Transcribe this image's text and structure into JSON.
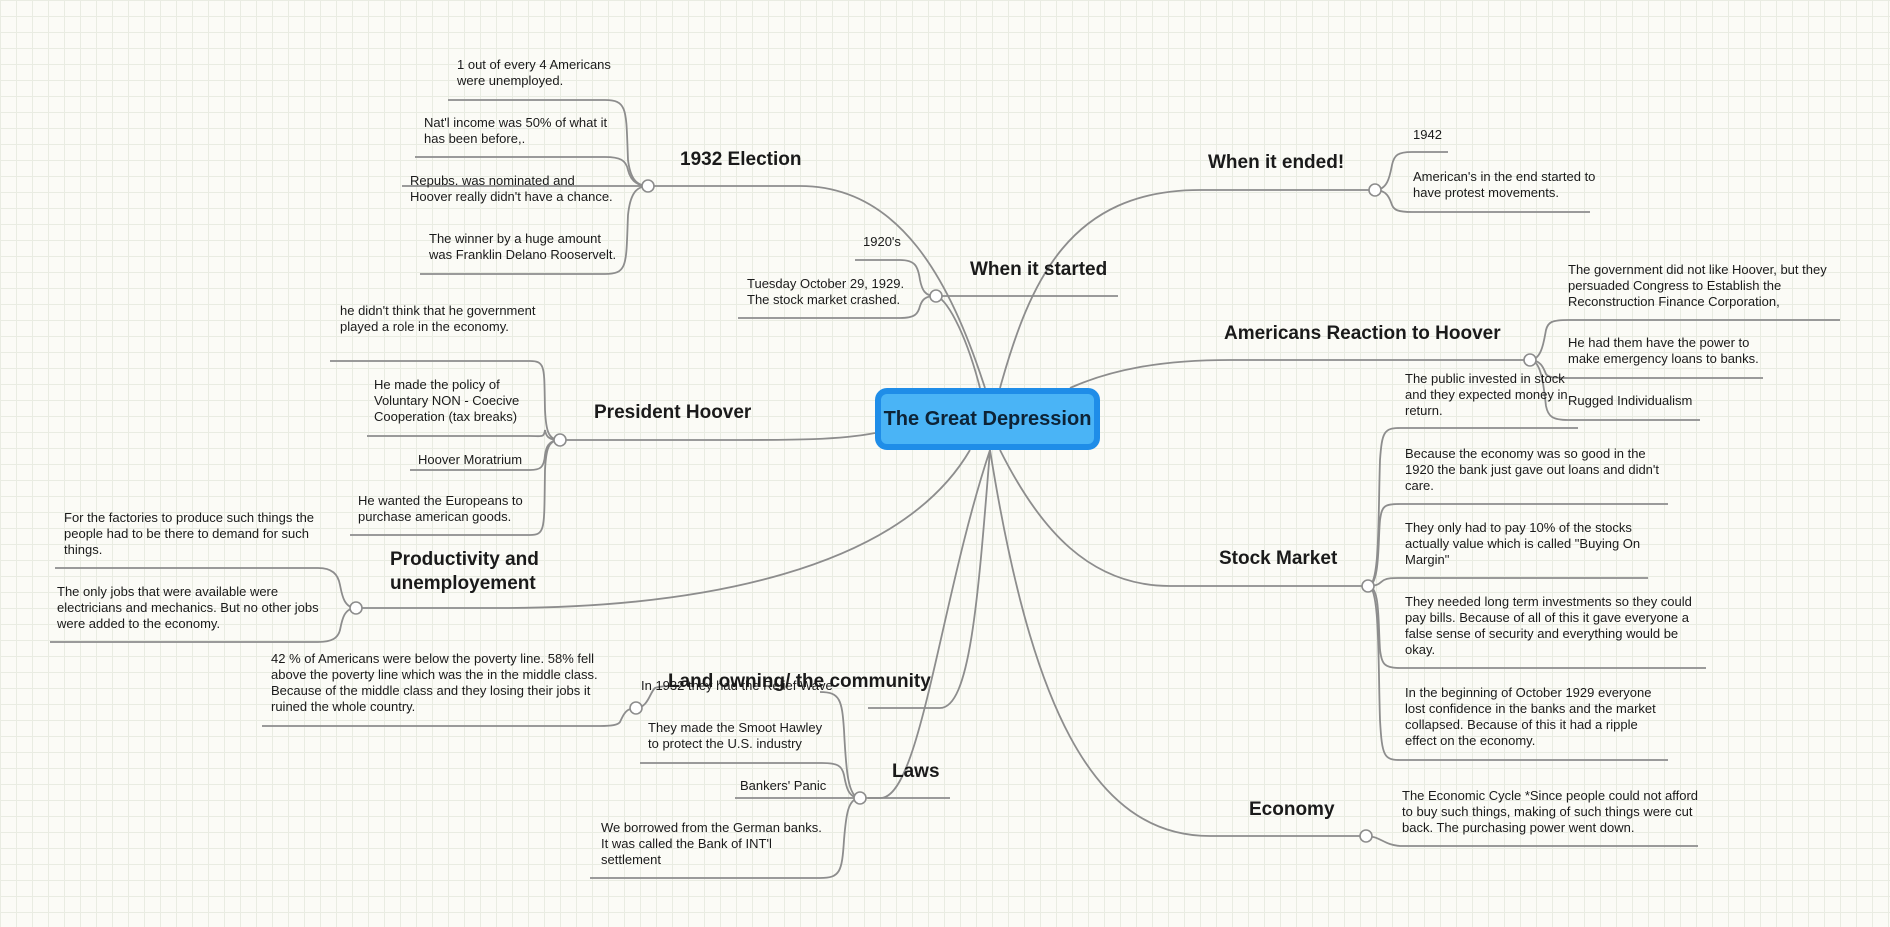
{
  "central": "The Great Depression",
  "topics": {
    "election_1932": "1932 Election",
    "when_started": "When it started",
    "president_hoover": "President Hoover",
    "productivity": "Productivity and unemployement",
    "land_owning": "Land owning/ the community",
    "laws": "Laws",
    "when_ended": "When it ended!",
    "americans_reaction": "Americans Reaction to Hoover",
    "stock_market": "Stock Market",
    "economy": "Economy"
  },
  "notes": {
    "election_1932": [
      "1 out of every 4 Americans were unemployed.",
      "Nat'l income was 50% of what it has been before,.",
      "Repubs. was nominated and Hoover really didn't have a chance.",
      "The winner by a huge amount was Franklin Delano Rooservelt."
    ],
    "when_started": [
      "1920's",
      "Tuesday October 29, 1929. The stock market crashed."
    ],
    "president_hoover": [
      "he didn't think that he government played a role in the economy.",
      "He made the policy of Voluntary NON - Coecive Cooperation (tax breaks)",
      "Hoover Moratrium",
      "He wanted the Europeans to purchase american goods."
    ],
    "productivity": [
      "For the factories to produce such things the people had to be there to demand for such things.",
      "The only jobs that were available were electricians and mechanics. But no other jobs were added to the economy."
    ],
    "land_owning": [
      "42 % of Americans were below the poverty line. 58% fell above the poverty line which was the in the middle class. Because of the middle class and they losing their jobs it ruined the whole country."
    ],
    "laws": [
      "In 1932 they had the Relief Wave",
      "They made the Smoot Hawley to protect the U.S. industry",
      "Bankers' Panic",
      "We borrowed from the German banks. It was called the Bank of INT'l settlement"
    ],
    "when_ended": [
      "1942",
      "American's in the end started to  have protest movements."
    ],
    "americans_reaction": [
      "The government did not like Hoover, but they persuaded Congress to Establish the Reconstruction Finance Corporation,",
      "He had them have the power to make emergency loans to banks.",
      "Rugged Individualism"
    ],
    "stock_market": [
      "The public invested in stock and they expected money in return.",
      "Because the economy was so good in the 1920 the bank just gave out loans and didn't care.",
      "They only had to pay 10% of the stocks actually value which is called \"Buying On Margin\"",
      "They needed long term investments so they could pay bills. Because of all of this it gave everyone a false sense of security and everything would be okay.",
      "In the beginning of October 1929 everyone lost confidence in the banks and the market collapsed. Because of this it had a ripple effect on the economy."
    ],
    "economy": [
      "The Economic Cycle *Since people could not afford to buy such things, making of such things were cut back. The purchasing power went down."
    ]
  },
  "colors": {
    "central_fill": "#4ab4f6",
    "central_border": "#1f8de8",
    "connector": "#8d8d8d",
    "grid": "#e9ece2",
    "background": "#fbfbf6"
  }
}
